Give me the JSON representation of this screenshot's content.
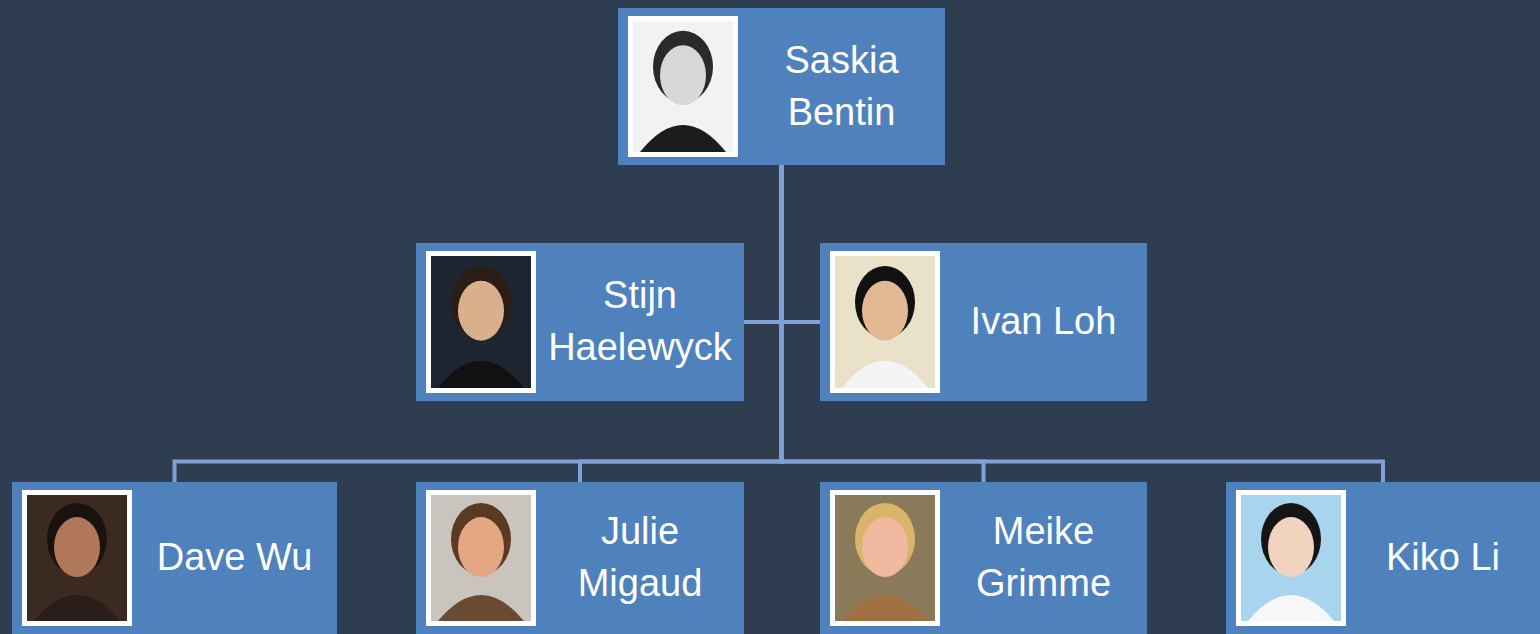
{
  "diagram": {
    "nodes": [
      {
        "text": [
          "Saskia Bentin"
        ]
      },
      {
        "text": [
          "Stijn Haelewyck"
        ]
      },
      {
        "text": [
          "Ivan Loh"
        ]
      },
      {
        "text": [
          "Dave Wu"
        ]
      },
      {
        "text": [
          "Julie Migaud"
        ]
      },
      {
        "text": [
          "Meike Grimme"
        ]
      },
      {
        "text": [
          "Kiko Li"
        ]
      }
    ],
    "edges": [
      {
        "from": 0,
        "to": 1,
        "arrow": "none"
      },
      {
        "from": 0,
        "to": 2,
        "arrow": "none"
      },
      {
        "from": 0,
        "to": 3,
        "arrow": "none"
      },
      {
        "from": 0,
        "to": 4,
        "arrow": "none"
      },
      {
        "from": 0,
        "to": 5,
        "arrow": "none"
      },
      {
        "from": 0,
        "to": 6,
        "arrow": "none"
      }
    ]
  }
}
